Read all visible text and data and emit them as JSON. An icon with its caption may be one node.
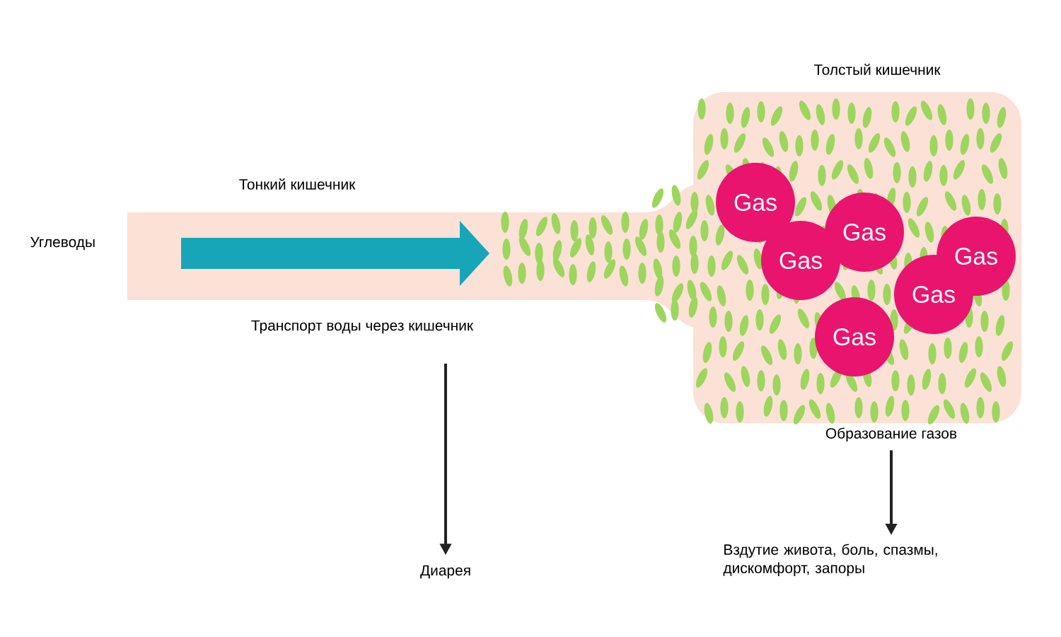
{
  "diagram": {
    "nodes": [
      {
        "text": [
          "Углеводы"
        ]
      },
      {
        "text": [
          "Тонкий кишечник"
        ]
      },
      {
        "text": [
          "Толстый кишечник"
        ]
      },
      {
        "text": [
          "Gas"
        ],
        "in": 2
      },
      {
        "text": [
          "Gas"
        ],
        "in": 2
      },
      {
        "text": [
          "Gas"
        ],
        "in": 2
      },
      {
        "text": [
          "Gas"
        ],
        "in": 2
      },
      {
        "text": [
          "Gas"
        ],
        "in": 2
      },
      {
        "text": [
          "Gas"
        ],
        "in": 2
      },
      {
        "text": [
          "Транспорт воды через кишечник"
        ]
      },
      {
        "text": [
          "Диарея"
        ]
      },
      {
        "text": [
          "Образование газов"
        ]
      },
      {
        "text": [
          "Вздутие живота, боль, спазмы, дискомфорт, запоры"
        ]
      }
    ],
    "edges": [
      {
        "from": 9,
        "to": 10,
        "arrow": "to"
      },
      {
        "from": 11,
        "to": 12,
        "arrow": "to"
      }
    ]
  }
}
